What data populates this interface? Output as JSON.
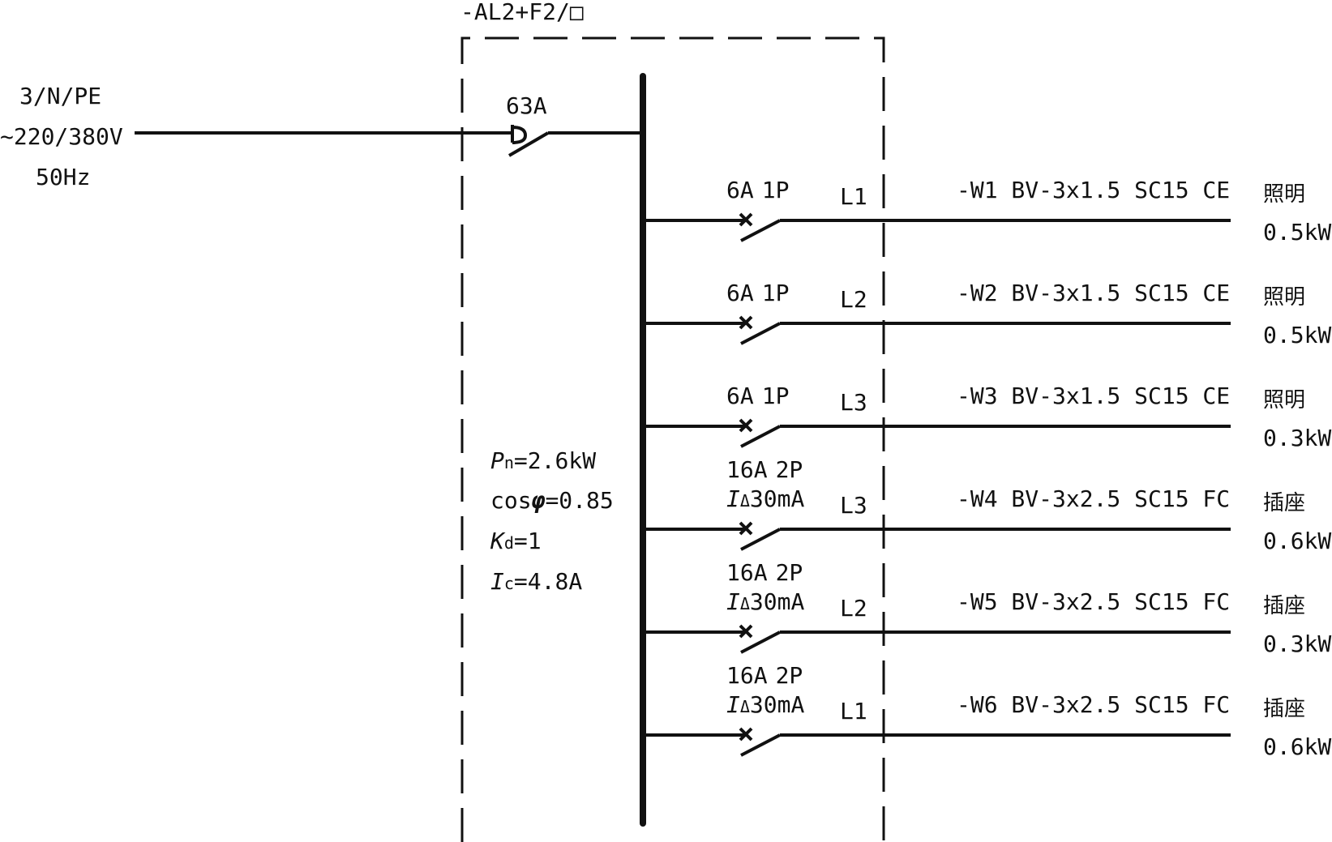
{
  "panel": {
    "label": "-AL2+F2/□"
  },
  "supply": {
    "line1": "3/N/PE",
    "line2": "~220/380V",
    "line3": "50Hz"
  },
  "main_breaker": {
    "rating": "63A"
  },
  "params": {
    "pn_sym": "P",
    "pn_sub": "n",
    "pn_val": "=2.6kW",
    "cos_pre": "cos",
    "cos_sym": "φ",
    "cos_val": "=0.85",
    "kd_sym": "K",
    "kd_sub": "d",
    "kd_val": "=1",
    "ic_sym": "I",
    "ic_sub": "c",
    "ic_val": "=4.8A"
  },
  "circuits": [
    {
      "rating": "6A",
      "poles": "1P",
      "rcd": "",
      "phase": "L1",
      "cable": "-W1 BV-3x1.5 SC15 CE",
      "load": "照明",
      "power": "0.5kW"
    },
    {
      "rating": "6A",
      "poles": "1P",
      "rcd": "",
      "phase": "L2",
      "cable": "-W2 BV-3x1.5 SC15 CE",
      "load": "照明",
      "power": "0.5kW"
    },
    {
      "rating": "6A",
      "poles": "1P",
      "rcd": "",
      "phase": "L3",
      "cable": "-W3 BV-3x1.5 SC15 CE",
      "load": "照明",
      "power": "0.3kW"
    },
    {
      "rating": "16A",
      "poles": "2P",
      "rcd": "30mA",
      "phase": "L3",
      "cable": "-W4 BV-3x2.5 SC15 FC",
      "load": "插座",
      "power": "0.6kW"
    },
    {
      "rating": "16A",
      "poles": "2P",
      "rcd": "30mA",
      "phase": "L2",
      "cable": "-W5 BV-3x2.5 SC15 FC",
      "load": "插座",
      "power": "0.3kW"
    },
    {
      "rating": "16A",
      "poles": "2P",
      "rcd": "30mA",
      "phase": "L1",
      "cable": "-W6 BV-3x2.5 SC15 FC",
      "load": "插座",
      "power": "0.6kW"
    }
  ],
  "rcd_symbol": {
    "sym": "I",
    "sub": "Δ"
  }
}
